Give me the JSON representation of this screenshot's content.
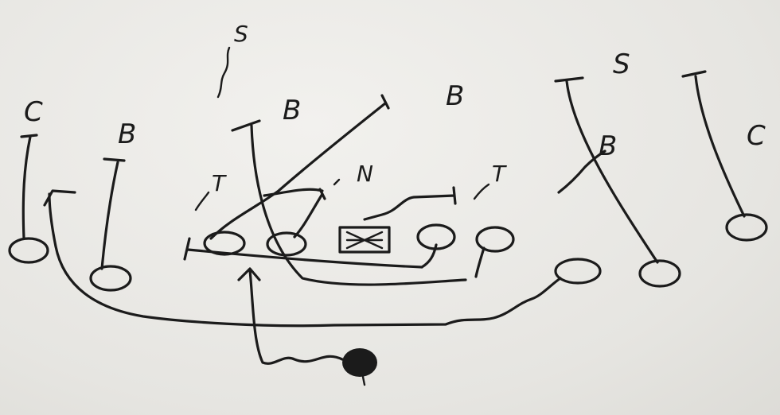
{
  "labels": {
    "corner_left": "C",
    "corner_right": "C",
    "backer_left": "B",
    "backer_middle": "B",
    "backer_right_top": "B",
    "backer_right": "B",
    "safety_left": "S",
    "safety_right": "S",
    "tackle_left": "T",
    "nose": "N",
    "tackle_right": "T"
  },
  "ink_color": "#1b1b1b",
  "paper_color": "#e9e8e4"
}
